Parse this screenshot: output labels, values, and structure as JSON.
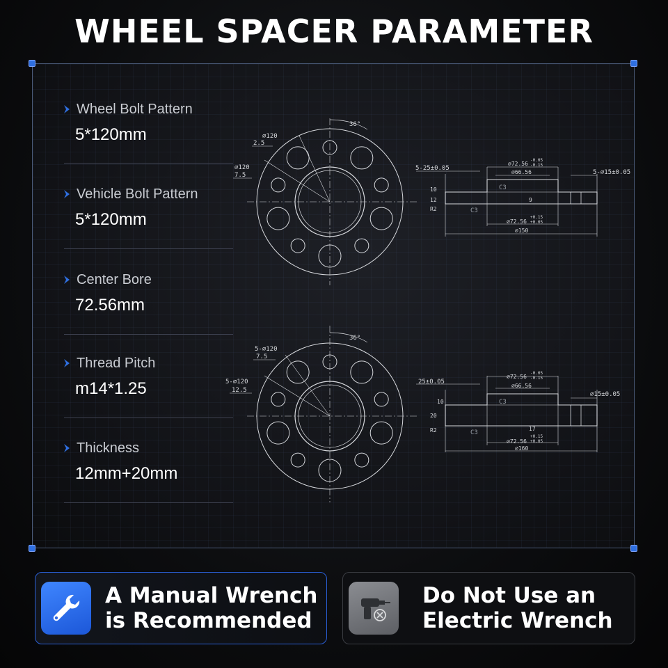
{
  "title": "WHEEL SPACER PARAMETER",
  "specs": [
    {
      "label": "Wheel Bolt Pattern",
      "value": "5*120mm"
    },
    {
      "label": "Vehicle Bolt Pattern",
      "value": "5*120mm"
    },
    {
      "label": "Center Bore",
      "value": "72.56mm"
    },
    {
      "label": "Thread Pitch",
      "value": "m14*1.25"
    },
    {
      "label": "Thickness",
      "value": "12mm+20mm"
    }
  ],
  "drawings": {
    "top_front": {
      "angle": "36°",
      "hole_a": "⌀120",
      "hole_a_val": "2.5",
      "hole_b": "⌀120",
      "hole_b_val": "7.5"
    },
    "top_side": {
      "left": "5-25±0.05",
      "bore1": "⌀72.56",
      "bore1_tol_top": "-0.05",
      "bore1_tol_bot": "-0.15",
      "inner": "⌀66.56",
      "right": "5-⌀15±0.05",
      "h1": "12",
      "h2": "10",
      "c3a": "C3",
      "c3b": "C3",
      "r2": "R2",
      "mid": "9",
      "bore2": "⌀72.56",
      "bore2_tol_top": "+0.15",
      "bore2_tol_bot": "+0.05",
      "outer": "⌀150"
    },
    "bottom_front": {
      "angle": "36°",
      "hole_a": "5-⌀120",
      "hole_a_val": "7.5",
      "hole_b": "5-⌀120",
      "hole_b_val": "12.5"
    },
    "bottom_side": {
      "left": "25±0.05",
      "bore1": "⌀72.56",
      "bore1_tol_top": "-0.05",
      "bore1_tol_bot": "-0.15",
      "inner": "⌀66.56",
      "right": "⌀15±0.05",
      "h1": "10",
      "h2": "20",
      "c3a": "C3",
      "c3b": "C3",
      "r2": "R2",
      "mid": "17",
      "bore2": "⌀72.56",
      "bore2_tol_top": "+0.15",
      "bore2_tol_bot": "+0.05",
      "outer": "⌀160"
    }
  },
  "cards": {
    "left": {
      "line1": "A Manual Wrench",
      "line2": "is Recommended",
      "icon": "wrench-icon"
    },
    "right": {
      "line1": "Do Not Use an",
      "line2": "Electric Wrench",
      "icon": "no-drill-icon"
    }
  },
  "colors": {
    "accent": "#2f6fe0",
    "panel_border": "#4a5a78",
    "line": "#d6d8dc"
  }
}
